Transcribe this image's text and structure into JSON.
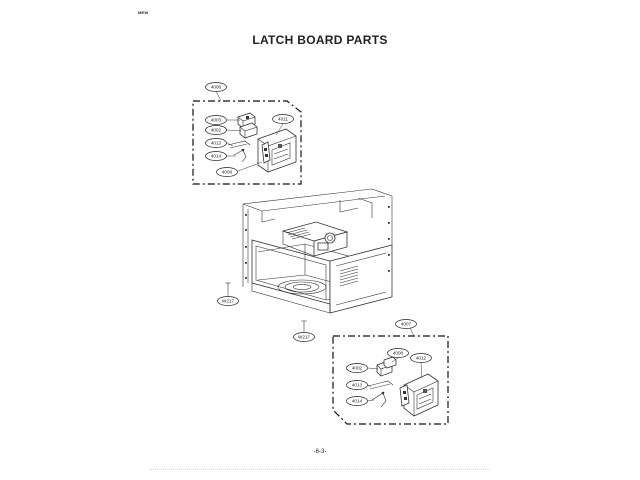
{
  "header": {
    "code": "MEW",
    "title": "LATCH BOARD PARTS",
    "page_number": "-6-3-"
  },
  "callouts": {
    "assy_upper": "4006",
    "assy_lower": "4007",
    "upper": {
      "c4003": "4003",
      "c4002": "4002",
      "c4013": "4013",
      "c4014": "4014",
      "c4008": "4008",
      "c4011": "4011"
    },
    "lower": {
      "c4002": "4002",
      "c4008": "4008",
      "c4012": "4012",
      "c4013": "4013",
      "c4014": "4014"
    },
    "screw_left": "W217",
    "screw_bottom": "W217"
  }
}
